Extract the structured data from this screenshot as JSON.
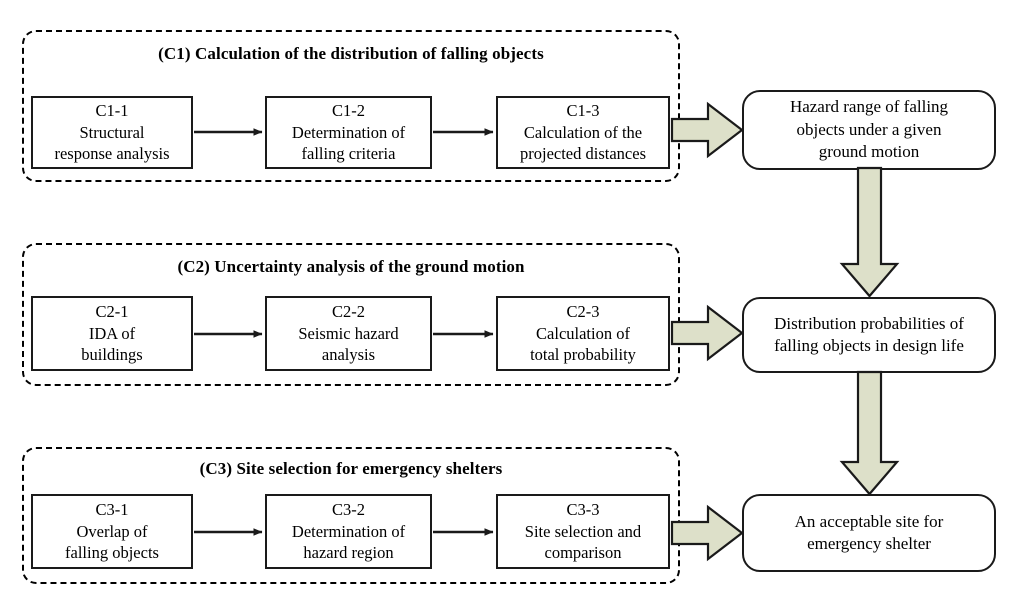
{
  "figure": {
    "background": "#ffffff",
    "line_color": "#1a1a1a",
    "block_arrow_fill": "#dde0c9",
    "block_arrow_stroke": "#1a1a1a"
  },
  "groups": [
    {
      "id": "C1",
      "title": "(C1) Calculation of the distribution of falling objects",
      "steps": [
        {
          "code": "C1-1",
          "line1": "Structural",
          "line2": "response analysis"
        },
        {
          "code": "C1-2",
          "line1": "Determination of",
          "line2": "falling criteria"
        },
        {
          "code": "C1-3",
          "line1": "Calculation of the",
          "line2": "projected distances"
        }
      ]
    },
    {
      "id": "C2",
      "title": "(C2) Uncertainty analysis of the ground motion",
      "steps": [
        {
          "code": "C2-1",
          "line1": "IDA of",
          "line2": "buildings"
        },
        {
          "code": "C2-2",
          "line1": "Seismic hazard",
          "line2": "analysis"
        },
        {
          "code": "C2-3",
          "line1": "Calculation of",
          "line2": "total probability"
        }
      ]
    },
    {
      "id": "C3",
      "title": "(C3) Site selection for emergency shelters",
      "steps": [
        {
          "code": "C3-1",
          "line1": "Overlap of",
          "line2": "falling objects"
        },
        {
          "code": "C3-2",
          "line1": "Determination of",
          "line2": "hazard region"
        },
        {
          "code": "C3-3",
          "line1": "Site selection  and",
          "line2": "comparison"
        }
      ]
    }
  ],
  "outcomes": [
    {
      "id": "O1",
      "line1": "Hazard range of falling",
      "line2": "objects under a given",
      "line3": "ground motion"
    },
    {
      "id": "O2",
      "line1": "Distribution probabilities of",
      "line2": "falling objects in design life",
      "line3": ""
    },
    {
      "id": "O3",
      "line1": "An acceptable site for",
      "line2": "emergency shelter",
      "line3": ""
    }
  ],
  "connectors": {
    "horizontal_thin_arrow": "thin-arrow-right",
    "block_arrow_right": "block-arrow-right",
    "block_arrow_down": "block-arrow-down"
  }
}
